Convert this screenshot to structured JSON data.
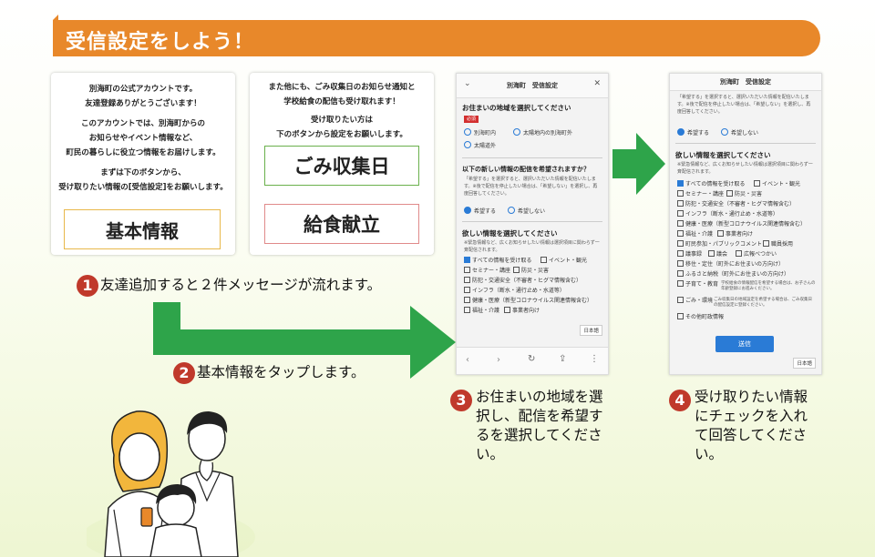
{
  "title": "受信設定をしよう！",
  "card1": {
    "lines": [
      "別海町の公式アカウントです。",
      "友達登録ありがとうございます！",
      "",
      "このアカウントでは、別海町からの",
      "お知らせやイベント情報など、",
      "町民の暮らしに役立つ情報をお届けします。",
      "",
      "まずは下のボタンから、",
      "受け取りたい情報の[受信設定]をお願いします。"
    ],
    "button": "基本情報"
  },
  "card2": {
    "lines": [
      "また他にも、ごみ収集日のお知らせ通知と",
      "学校給食の配信も受け取れます！",
      "",
      "受け取りたい方は",
      "下のボタンから設定をお願いします。"
    ],
    "button1": "ごみ収集日",
    "button2": "給食献立"
  },
  "phone3": {
    "header": "別海町　受信設定",
    "q1": "お住まいの地域を選択してください",
    "req": "必須",
    "opt1": "別海町内",
    "opt2": "太陽地内の別海町外",
    "opt3": "太陽道外",
    "q2": "以下の新しい情報の配信を希望されますか？",
    "q2_note": "「希望する」を選択すると、選択いただいた情報を配信いたします。※後で配信を停止したい場合は、「希望しない」を選択し、再度回答してください。",
    "yes": "希望する",
    "no": "希望しない",
    "q3": "欲しい情報を選択してください",
    "q3_note": "※緊急情報など、広くお知らせしたい情報は選択項目に関わらず一斉配信されます。",
    "items": [
      "すべての情報を受け取る",
      "イベント・観光",
      "セミナー・講座",
      "防災・災害",
      "防犯・交通安全（不審者・ヒグマ情報含む）",
      "インフラ（断水・通行止め・水道等）",
      "健康・医療（新型コロナウイルス関連情報含む）",
      "福祉・介護",
      "事業者向け"
    ],
    "footer": "日本語"
  },
  "phone4": {
    "header": "別海町　受信設定",
    "note": "「希望する」を選択すると、選択いただいた情報を配信いたします。※後で配信を停止したい場合は、「希望しない」を選択し、再度回答してください。",
    "yes": "希望する",
    "no": "希望しない",
    "q3": "欲しい情報を選択してください",
    "q3_note": "※緊急情報など、広くお知らせしたい情報は選択項目に関わらず一斉配信されます。",
    "items": [
      "すべての情報を受け取る",
      "イベント・観光",
      "セミナー・講座",
      "防災・災害",
      "防犯・交通安全（不審者・ヒグマ情報含む）",
      "インフラ（断水・通行止め・水道等）",
      "健康・医療（新型コロナウイルス関連情報含む）",
      "福祉・介護",
      "事業者向け",
      "町民参加・パブリックコメント",
      "職員採用",
      "議事録",
      "議会",
      "広報べつかい",
      "移住・定住（町外にお住まいの方向け）",
      "ふるさと納税（町外にお住まいの方向け）",
      "子育て・教育",
      "学校給食の情報配信を希望する場合は、お子さんの年齢登録にお進みください。",
      "ごみ・環境",
      "ごみ収集日の地域設定を希望する場合は、ごみ収集日の配信設定に登録ください。",
      "その他町政情報"
    ],
    "submit": "送信",
    "footer": "日本語"
  },
  "steps": {
    "n1": "1",
    "t1": "友達追加すると２件メッセージが流れます。",
    "n2": "2",
    "t2": "基本情報をタップします。",
    "n3": "3",
    "t3": [
      "お住まいの地域を選",
      "択し、配信を希望す",
      "るを選択してくださ",
      "い。"
    ],
    "n4": "4",
    "t4": [
      "受け取りたい情報",
      "にチェックを入れ",
      "て回答してくださ",
      "い。"
    ]
  },
  "colors": {
    "title_bg": "#e8882a",
    "arrow": "#2ea44a",
    "number": "#c0392b",
    "btn1_border": "#e8b84a",
    "btn2_border": "#6ab04c",
    "btn3_border": "#e08a8a"
  }
}
